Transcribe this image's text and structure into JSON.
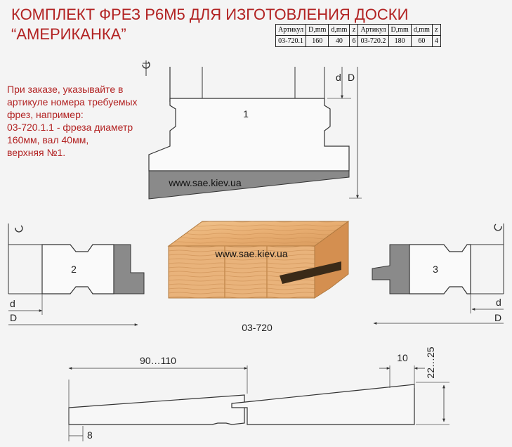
{
  "header": {
    "title_line1": "КОМПЛЕКТ ФРЕЗ Р6М5 ДЛЯ ИЗГОТОВЛЕНИЯ ДОСКИ",
    "title_line2": "“АМЕРИКАНКА”"
  },
  "spec_table": {
    "headers": [
      "Артикул",
      "D,mm",
      "d,mm",
      "z",
      "Артикул",
      "D,mm",
      "d,mm",
      "z"
    ],
    "row": [
      "03-720.1",
      "160",
      "40",
      "6",
      "03-720.2",
      "180",
      "60",
      "4"
    ]
  },
  "note": {
    "lines": [
      "При заказе, указывайте в",
      "артикуле номера требуемых",
      "фрез, например:",
      "03-720.1.1 - фреза диаметр",
      "160мм, вал 40мм,",
      "верхняя №1."
    ]
  },
  "cutter1": {
    "number": "1",
    "dim_small": "d",
    "dim_large": "D",
    "watermark": "www.sae.kiev.ua"
  },
  "cutter2": {
    "number": "2",
    "dim_small": "d",
    "dim_large": "D"
  },
  "cutter3": {
    "number": "3",
    "dim_small": "d",
    "dim_large": "D"
  },
  "board": {
    "watermark": "www.sae.kiev.ua",
    "code": "03-720"
  },
  "profile": {
    "dim_width": "90…110",
    "dim_overlap": "10",
    "dim_thickness": "22…25",
    "dim_groove": "8"
  },
  "colors": {
    "title": "#b22222",
    "cutter_gray": "#8a8a8a",
    "wood": "#e8b27a"
  }
}
